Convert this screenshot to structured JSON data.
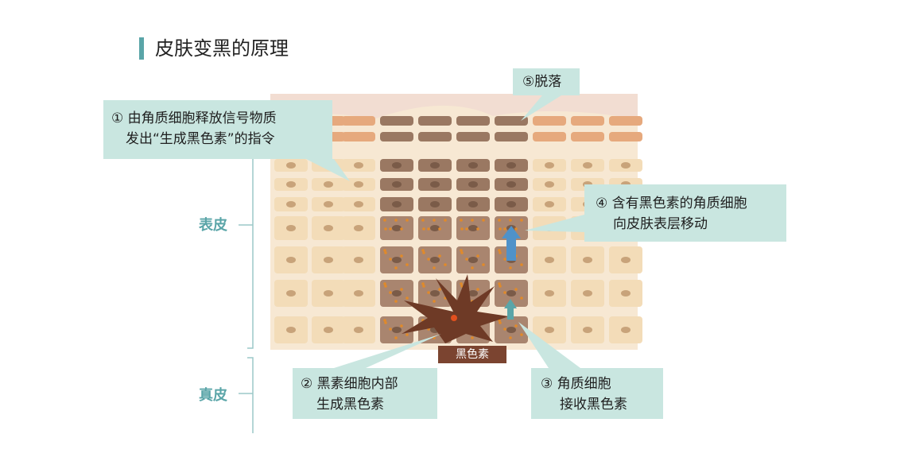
{
  "title": "皮肤变黑的原理",
  "layers": {
    "epidermis": "表皮",
    "dermis": "真皮"
  },
  "melanin_label": "黑色素",
  "callouts": {
    "step1": {
      "line1": "① 由角质细胞释放信号物质",
      "line2": "发出“生成黑色素”的指令"
    },
    "step2": {
      "line1": "② 黑素细胞内部",
      "line2": "生成黑色素"
    },
    "step3": {
      "line1": "③ 角质细胞",
      "line2": "接收黑色素"
    },
    "step4": {
      "line1": "④ 含有黑色素的角质细胞",
      "line2": "向皮肤表层移动"
    },
    "step5": {
      "line1": "⑤脱落"
    }
  },
  "colors": {
    "accent": "#5aa5a8",
    "callout_bg": "#c9e6e0",
    "melanin_cell": "#6e3a26",
    "cell_light": "#f3dcb8",
    "cell_dark": "#9a7862"
  }
}
